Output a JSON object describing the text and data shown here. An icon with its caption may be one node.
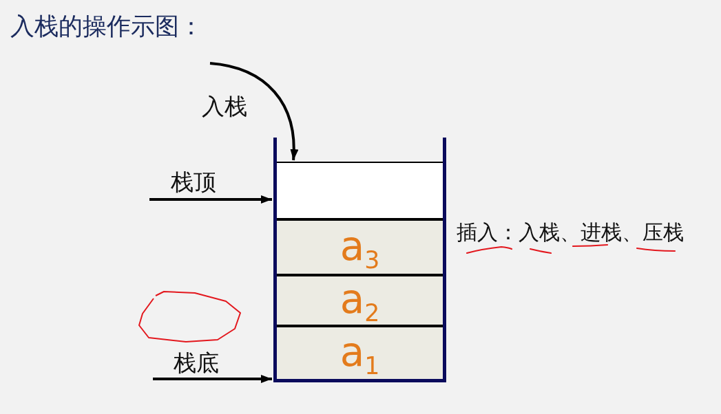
{
  "diagram": {
    "title": "入栈的操作示图：",
    "nodes": [
      {
        "text": [],
        "shape": "box"
      },
      {
        "text": [],
        "shape": "box",
        "in": 0
      },
      {
        "text": [
          "a$_{3}$"
        ],
        "in": 0
      },
      {
        "text": [
          "a$_{2}$"
        ],
        "in": 0
      },
      {
        "text": [
          "a$_{1}$"
        ],
        "in": 0
      }
    ],
    "edges": [
      {
        "from": null,
        "to": 1,
        "arrow": "to",
        "label": "入栈"
      },
      {
        "from": null,
        "to": 1,
        "arrow": "to",
        "label": "栈顶"
      },
      {
        "from": null,
        "to": 0,
        "arrow": "to",
        "label": "栈底"
      }
    ],
    "labels": [
      "插入：入栈、进栈、压栈"
    ]
  }
}
